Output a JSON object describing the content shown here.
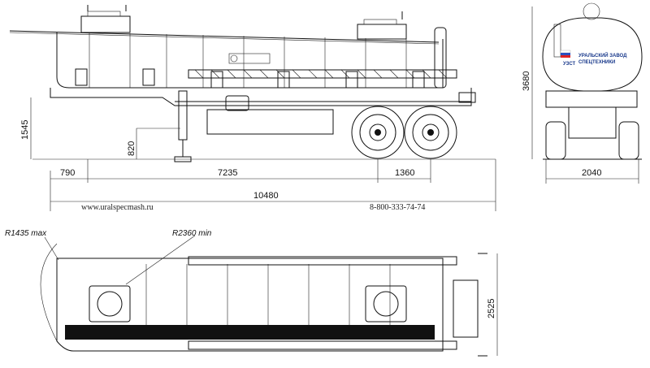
{
  "side_view": {
    "dims": {
      "overhang_front": "790",
      "wheelbase": "7235",
      "axle_spread": "1360",
      "total_length": "10480",
      "height_hitch": "1545",
      "height_leg": "820"
    },
    "website": "www.uralspecmash.ru",
    "phone": "8-800-333-74-74"
  },
  "rear_view": {
    "height": "3680",
    "width": "2040",
    "logo_line1": "УРАЛЬСКИЙ ЗАВОД",
    "logo_line2": "СПЕЦТЕХНИКИ",
    "logo_badge": "УЗСТ"
  },
  "top_view": {
    "radius_front": "R1435 max",
    "radius_turn": "R2360 min",
    "width": "2525"
  }
}
